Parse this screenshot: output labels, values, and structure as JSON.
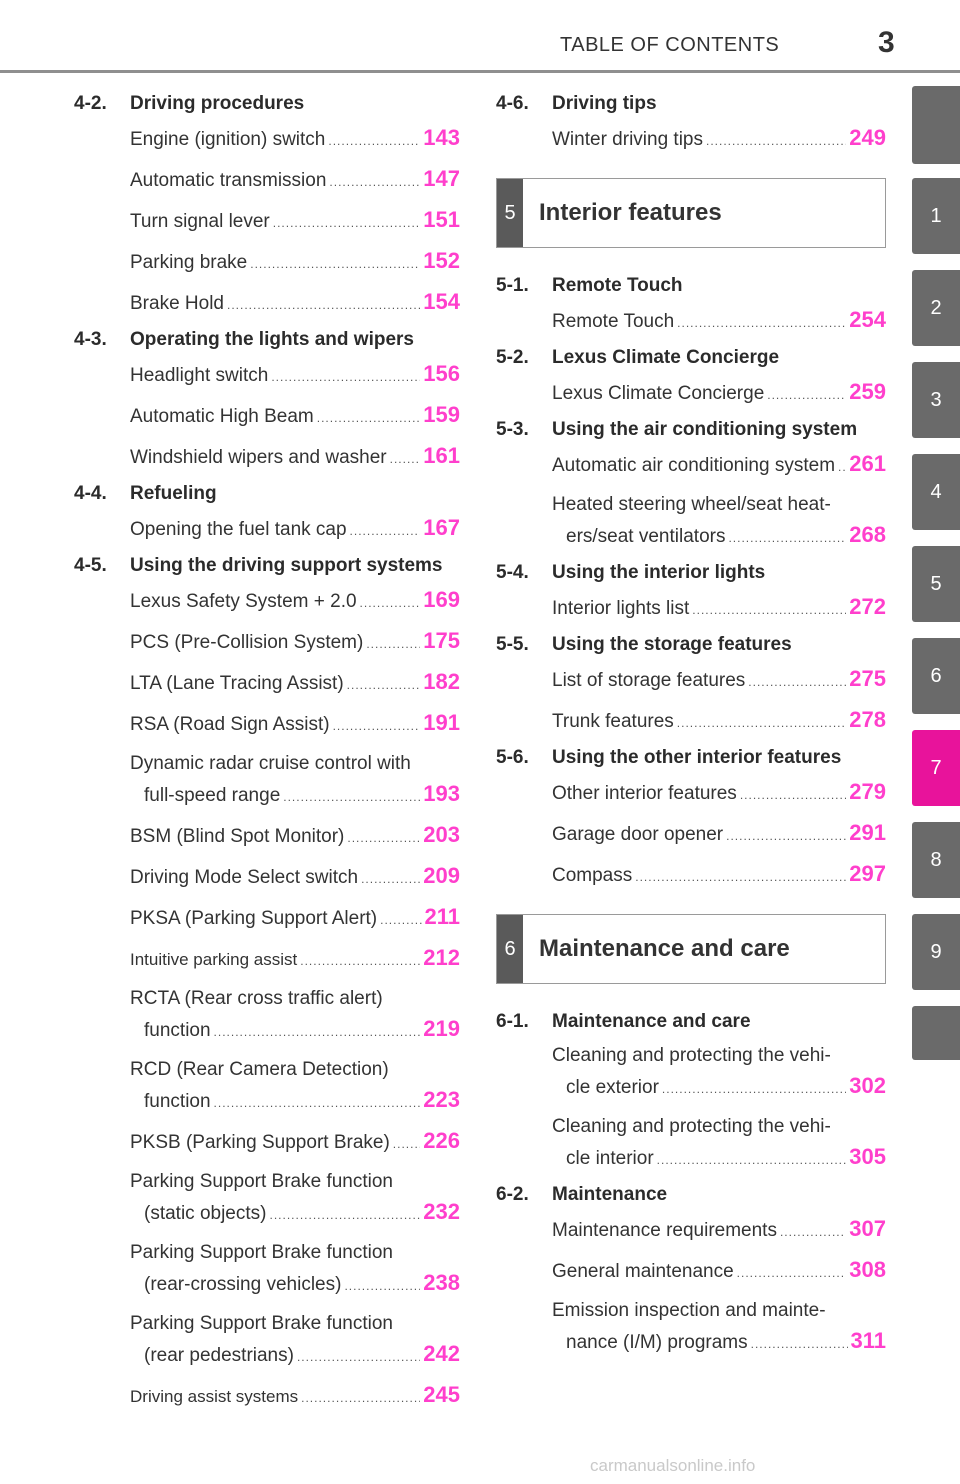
{
  "header": {
    "title": "TABLE OF CONTENTS",
    "page_number": "3"
  },
  "left_column": [
    {
      "num": "4-2.",
      "title": "Driving procedures",
      "entries": [
        {
          "l1": "Engine (ignition) switch",
          "l2": "",
          "page": "143"
        },
        {
          "l1": "Automatic transmission",
          "l2": "",
          "page": "147"
        },
        {
          "l1": "Turn signal lever",
          "l2": "",
          "page": "151"
        },
        {
          "l1": "Parking brake",
          "l2": "",
          "page": "152"
        },
        {
          "l1": "Brake Hold",
          "l2": "",
          "page": "154"
        }
      ]
    },
    {
      "num": "4-3.",
      "title": "Operating the lights and wipers",
      "entries": [
        {
          "l1": "Headlight switch",
          "l2": "",
          "page": "156"
        },
        {
          "l1": "Automatic High Beam",
          "l2": "",
          "page": "159"
        },
        {
          "l1": "Windshield wipers and washer",
          "l2": "",
          "page": "161"
        }
      ]
    },
    {
      "num": "4-4.",
      "title": "Refueling",
      "entries": [
        {
          "l1": "Opening the fuel tank cap",
          "l2": "",
          "page": "167"
        }
      ]
    },
    {
      "num": "4-5.",
      "title": "Using the driving support systems",
      "entries": [
        {
          "l1": "Lexus Safety System + 2.0",
          "l2": "",
          "page": "169"
        },
        {
          "l1": "PCS (Pre-Collision System)",
          "l2": "",
          "page": "175"
        },
        {
          "l1": "LTA (Lane Tracing Assist)",
          "l2": "",
          "page": "182"
        },
        {
          "l1": "RSA (Road Sign Assist)",
          "l2": "",
          "page": "191"
        },
        {
          "l1": "Dynamic radar cruise control with",
          "l2": "full-speed range",
          "page": "193"
        },
        {
          "l1": "BSM (Blind Spot Monitor)",
          "l2": "",
          "page": "203"
        },
        {
          "l1": "Driving Mode Select switch",
          "l2": "",
          "page": "209"
        },
        {
          "l1": "PKSA (Parking Support Alert)",
          "l2": "",
          "page": "211"
        },
        {
          "l1": "Intuitive parking assist",
          "l2": "",
          "page": "212"
        },
        {
          "l1": "RCTA (Rear cross traffic alert)",
          "l2": "function",
          "page": "219"
        },
        {
          "l1": "RCD (Rear Camera Detection)",
          "l2": "function",
          "page": "223"
        },
        {
          "l1": "PKSB (Parking Support Brake)",
          "l2": "",
          "page": "226"
        },
        {
          "l1": "Parking Support Brake function",
          "l2": "(static objects)",
          "page": "232"
        },
        {
          "l1": "Parking Support Brake function",
          "l2": "(rear-crossing vehicles)",
          "page": "238"
        },
        {
          "l1": "Parking Support Brake function",
          "l2": "(rear pedestrians)",
          "page": "242"
        },
        {
          "l1": "Driving assist systems",
          "l2": "",
          "page": "245"
        }
      ]
    }
  ],
  "right_top": {
    "num": "4-6.",
    "title": "Driving tips",
    "entries": [
      {
        "l1": "Winter driving tips",
        "l2": "",
        "page": "249"
      }
    ]
  },
  "chapter5": {
    "num": "5",
    "title": "Interior features",
    "sections": [
      {
        "num": "5-1.",
        "title": "Remote Touch",
        "entries": [
          {
            "l1": "Remote Touch",
            "l2": "",
            "page": "254"
          }
        ]
      },
      {
        "num": "5-2.",
        "title": "Lexus Climate Concierge",
        "entries": [
          {
            "l1": "Lexus Climate Concierge",
            "l2": "",
            "page": "259"
          }
        ]
      },
      {
        "num": "5-3.",
        "title": "Using the air conditioning system",
        "entries": [
          {
            "l1": "Automatic air conditioning system",
            "l2": "",
            "page": "261"
          },
          {
            "l1": "Heated steering wheel/seat heat-",
            "l2": "ers/seat ventilators",
            "page": "268"
          }
        ]
      },
      {
        "num": "5-4.",
        "title": "Using the interior lights",
        "entries": [
          {
            "l1": "Interior lights list",
            "l2": "",
            "page": "272"
          }
        ]
      },
      {
        "num": "5-5.",
        "title": "Using the storage features",
        "entries": [
          {
            "l1": "List of storage features",
            "l2": "",
            "page": "275"
          },
          {
            "l1": "Trunk features",
            "l2": "",
            "page": "278"
          }
        ]
      },
      {
        "num": "5-6.",
        "title": "Using the other interior features",
        "entries": [
          {
            "l1": "Other interior features",
            "l2": "",
            "page": "279"
          },
          {
            "l1": "Garage door opener",
            "l2": "",
            "page": "291"
          },
          {
            "l1": "Compass",
            "l2": "",
            "page": "297"
          }
        ]
      }
    ]
  },
  "chapter6": {
    "num": "6",
    "title": "Maintenance and care",
    "sections": [
      {
        "num": "6-1.",
        "title": "Maintenance and care",
        "entries": [
          {
            "l1": "Cleaning and protecting the vehi-",
            "l2": "cle exterior",
            "page": "302"
          },
          {
            "l1": "Cleaning and protecting the vehi-",
            "l2": "cle interior",
            "page": "305"
          }
        ]
      },
      {
        "num": "6-2.",
        "title": "Maintenance",
        "entries": [
          {
            "l1": "Maintenance requirements",
            "l2": "",
            "page": "307"
          },
          {
            "l1": "General maintenance",
            "l2": "",
            "page": "308"
          },
          {
            "l1": "Emission inspection and mainte-",
            "l2": "nance (I/M) programs",
            "page": "311"
          }
        ]
      }
    ]
  },
  "side_tabs": [
    "",
    "1",
    "2",
    "3",
    "4",
    "5",
    "6",
    "7",
    "8",
    "9",
    ""
  ],
  "active_tab": "7",
  "colors": {
    "page_number": "#ff3fcc",
    "active_tab": "#e8139b",
    "tab": "#6a6a6a"
  },
  "watermark": "carmanualsonline.info"
}
